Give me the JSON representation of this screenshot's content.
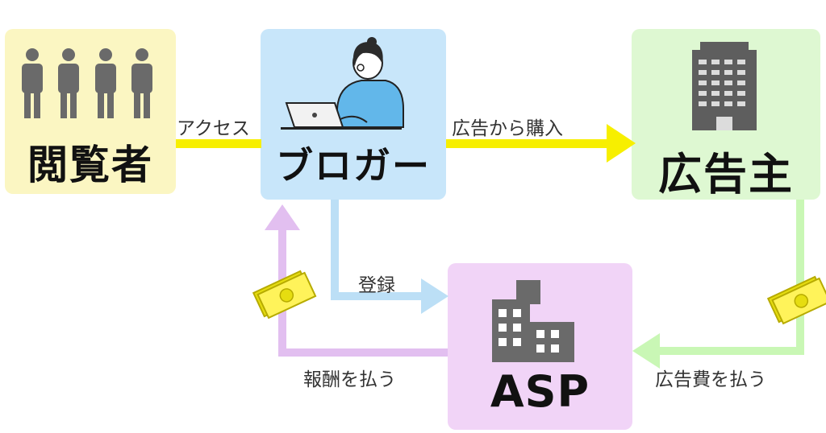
{
  "nodes": {
    "viewers": "閲覧者",
    "blogger": "ブロガー",
    "advertiser": "広告主",
    "asp": "ASP"
  },
  "edges": {
    "access": "アクセス",
    "purchase": "広告から購入",
    "register": "登録",
    "reward": "報酬を払う",
    "ad_fee": "広告費を払う"
  },
  "colors": {
    "viewers_bg": "#fbf6c2",
    "blogger_bg": "#c8e6fa",
    "advertiser_bg": "#def8d2",
    "asp_bg": "#f1d4f7",
    "arrow_yellow": "#f7ef00",
    "arrow_blue": "#bcdff6",
    "arrow_green": "#c9f7b5",
    "arrow_purple": "#e2bff0"
  },
  "icons": [
    "people-icon",
    "blogger-laptop-icon",
    "office-building-icon",
    "asp-building-icon",
    "money-icon"
  ]
}
